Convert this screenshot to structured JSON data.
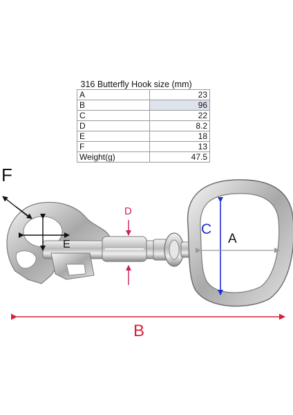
{
  "table": {
    "title": "316 Butterfly Hook size  (mm)",
    "rows": [
      {
        "label": "A",
        "value": "23"
      },
      {
        "label": "B",
        "value": "96"
      },
      {
        "label": "C",
        "value": "22"
      },
      {
        "label": "D",
        "value": "8.2"
      },
      {
        "label": "E",
        "value": "18"
      },
      {
        "label": "F",
        "value": "13"
      },
      {
        "label": "Weight(g)",
        "value": "47.5"
      }
    ]
  },
  "labels": {
    "A": "A",
    "B": "B",
    "C": "C",
    "D": "D",
    "E": "E",
    "F": "F"
  },
  "colors": {
    "blue": "#1f2fd0",
    "red": "#d8203a",
    "pink": "#cc2255",
    "metal": "#c9c9c9"
  }
}
